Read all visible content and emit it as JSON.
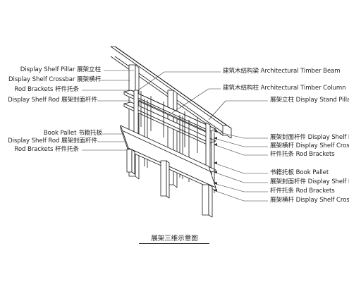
{
  "caption": "展架三维示意图",
  "left_labels": [
    {
      "id": "pillar",
      "text": "Display Shelf Pillar 展架立柱"
    },
    {
      "id": "crossbar",
      "text": "Display Shelf Crossbar 展架横杆"
    },
    {
      "id": "brackets1",
      "text": "Rod Brackets 杆件托条"
    },
    {
      "id": "rod1",
      "text": "Display Shelf Rod 展架封面杆件"
    },
    {
      "id": "pallet",
      "text": "Book Pallet 书籍托板"
    },
    {
      "id": "rod2",
      "text": "Display Shelf Rod 展架封面杆件"
    },
    {
      "id": "brackets2",
      "text": "Rod Brackets 杆件托条"
    }
  ],
  "right_labels": [
    {
      "id": "beam",
      "text": "建筑木结构梁 Architectural Timber Beam"
    },
    {
      "id": "column",
      "text": "建筑木结构柱 Architectural Timber Column"
    },
    {
      "id": "stand",
      "text": "展架立柱 Display Stand Pillar"
    },
    {
      "id": "rod_upper",
      "text": "展架封面杆件 Display Shelf Rod"
    },
    {
      "id": "crossbar_upper",
      "text": "展架横杆 Display Shelf Crossbar"
    },
    {
      "id": "brackets_upper",
      "text": "杆件托条 Rod Brackets"
    },
    {
      "id": "pallet_lower",
      "text": "书籍托板 Book Pallet"
    },
    {
      "id": "rod_lower",
      "text": "展架封面杆件 Display Shelf Rod"
    },
    {
      "id": "brackets_lower",
      "text": "杆件托条 Rod Brackets"
    },
    {
      "id": "crossbar_lower",
      "text": "展架横杆 Display Shelf Crossbar"
    }
  ]
}
